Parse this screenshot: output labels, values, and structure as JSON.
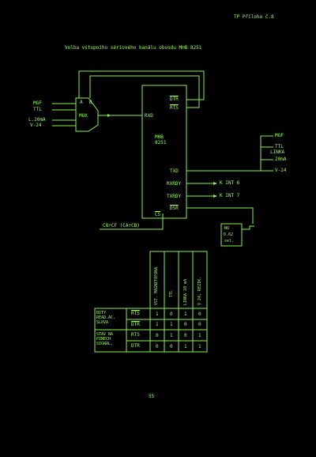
{
  "header": {
    "ref": "TP Příloha č.8"
  },
  "title": "Volba vstupního sériového kanálu obvodu MHB 8251",
  "left_inputs": [
    "MGF",
    "TTL",
    "L.20mA",
    "V-24"
  ],
  "mux": {
    "label": "MUX",
    "a": "A",
    "b": "B"
  },
  "chip": {
    "name": "MHB\n8251",
    "pins_left": [
      "RXD"
    ],
    "pins_right": [
      "DTR",
      "RTS",
      "TXD",
      "RXRDY",
      "TXRDY",
      "DSR"
    ],
    "pin_cs": "CS"
  },
  "right_outputs": [
    "MGF",
    "TTL",
    "LINKA",
    "20mA",
    "V-24"
  ],
  "interrupts": [
    "K INT 6",
    "K INT 7"
  ],
  "cs_label": "C8÷CF (CA÷CB)",
  "d62": {
    "line1": "NO",
    "line2": "D.62",
    "line3": "sel."
  },
  "table": {
    "col_headers": [
      "VST. MAGNETOFONA",
      "TTL",
      "LINKA 20 mA",
      "V 24, REZIK."
    ],
    "group1": "BITY READ.AC. SLOVA",
    "group2": "STAV NA PINECH SIGNÁL.",
    "rows": [
      {
        "sig": "RTS",
        "vals": [
          "1",
          "0",
          "1",
          "0"
        ]
      },
      {
        "sig": "DTR",
        "vals": [
          "1",
          "1",
          "0",
          "0"
        ]
      },
      {
        "sig": "RTS",
        "vals": [
          "0",
          "1",
          "0",
          "1"
        ]
      },
      {
        "sig": "DTR",
        "vals": [
          "0",
          "0",
          "1",
          "1"
        ]
      }
    ]
  },
  "page_number": "55"
}
